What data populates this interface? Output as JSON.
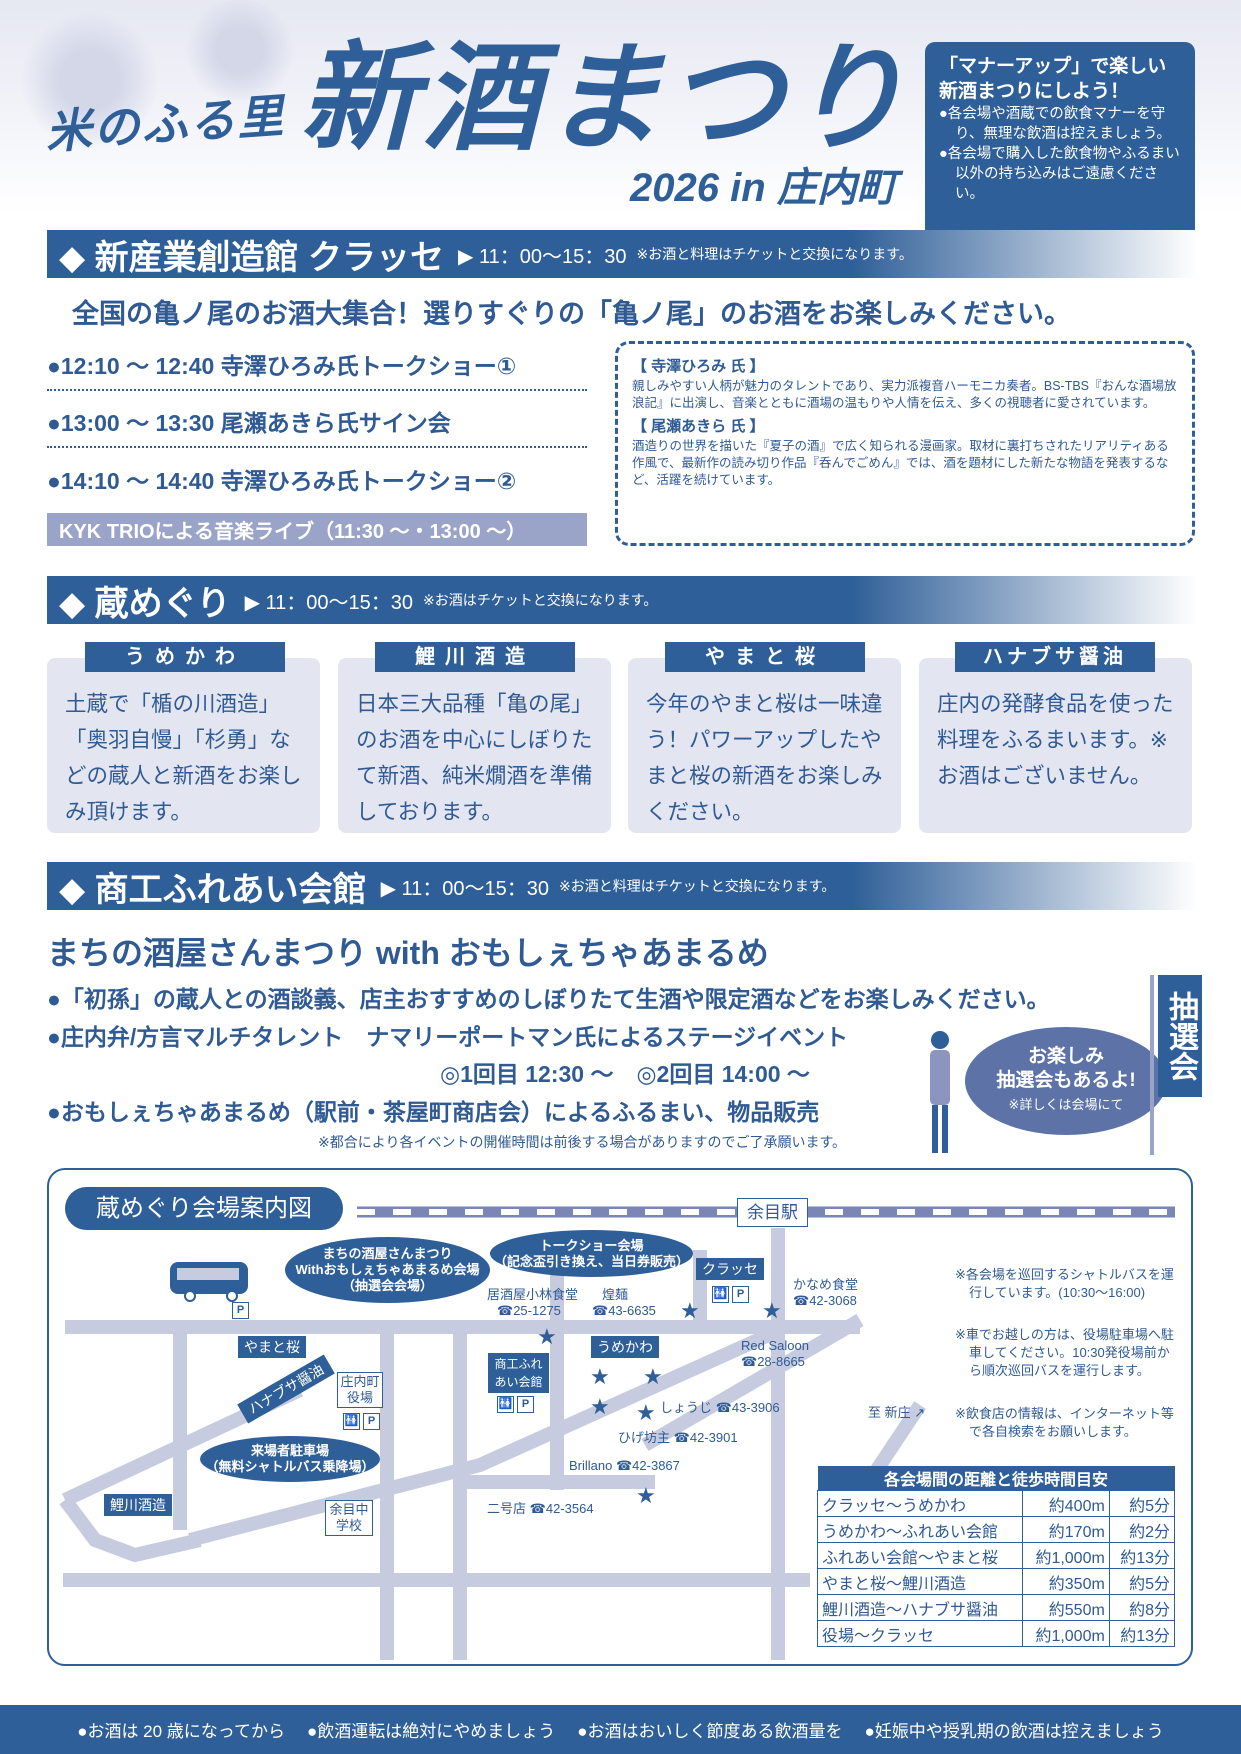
{
  "header": {
    "brand": "米のふる里",
    "title": "新酒まつり",
    "subtitle": "2026 in 庄内町"
  },
  "manner": {
    "heading": "「マナーアップ」で楽しい新酒まつりにしよう！",
    "items": [
      "●各会場や酒蔵での飲食マナーを守り、無理な飲酒は控えましょう。",
      "●各会場で購入した飲食物やふるまい以外の持ち込みはご遠慮ください。"
    ]
  },
  "section1": {
    "title": "◆ 新産業創造館 クラッセ",
    "time": "▶ 11：00〜15：30",
    "note": "※お酒と料理はチケットと交換になります。",
    "lead": "全国の亀ノ尾のお酒大集合！選りすぐりの「亀ノ尾」のお酒をお楽しみください。",
    "schedule": [
      "●12:10 〜 12:40 寺澤ひろみ氏トークショー①",
      "●13:00 〜 13:30 尾瀬あきら氏サイン会",
      "●14:10 〜 14:40 寺澤ひろみ氏トークショー②"
    ],
    "live": "KYK TRIOによる音楽ライブ（11:30 〜・13:00 〜）",
    "profiles": [
      {
        "name": "【 寺澤ひろみ 氏 】",
        "text": "親しみやすい人柄が魅力のタレントであり、実力派複音ハーモニカ奏者。BS-TBS『おんな酒場放浪記』に出演し、音楽とともに酒場の温もりや人情を伝え、多くの視聴者に愛されています。"
      },
      {
        "name": "【 尾瀬あきら 氏 】",
        "text": "酒造りの世界を描いた『夏子の酒』で広く知られる漫画家。取材に裏打ちされたリアリティある作風で、最新作の読み切り作品『呑んでごめん』では、酒を題材にした新たな物語を発表するなど、活躍を続けています。"
      }
    ]
  },
  "section2": {
    "title": "◆ 蔵めぐり",
    "time": "▶ 11：00〜15：30",
    "note": "※お酒はチケットと交換になります。",
    "cards": [
      {
        "label": "うめかわ",
        "text": "土蔵で「楯の川酒造」「奥羽自慢」「杉勇」などの蔵人と新酒をお楽しみ頂けます。"
      },
      {
        "label": "鯉川酒造",
        "text": "日本三大品種「亀の尾」のお酒を中心にしぼりたて新酒、純米燗酒を準備しております。"
      },
      {
        "label": "やまと桜",
        "text": "今年のやまと桜は一味違う！パワーアップしたやまと桜の新酒をお楽しみください。"
      },
      {
        "label": "ハナブサ醤油",
        "text": "庄内の発酵食品を使った料理をふるまいます。※お酒はございません。"
      }
    ]
  },
  "section3": {
    "title": "◆ 商工ふれあい会館",
    "time": "▶ 11：00〜15：30",
    "note": "※お酒と料理はチケットと交換になります。",
    "lead": "まちの酒屋さんまつり with おもしぇちゃあまるめ",
    "bullets": [
      "●「初孫」の蔵人との酒談義、店主おすすめのしぼりたて生酒や限定酒などをお楽しみください。",
      "●庄内弁/方言マルチタレント　ナマリーポートマン氏によるステージイベント",
      "◎1回目 12:30 〜　◎2回目 14:00 〜",
      "●おもしぇちゃあまるめ（駅前・茶屋町商店会）によるふるまい、物品販売"
    ],
    "disclaimer": "※都合により各イベントの開催時間は前後する場合がありますのでご了承願います。",
    "lottery": {
      "line1": "お楽しみ",
      "line2": "抽選会もあるよ!",
      "note": "※詳しくは会場にて",
      "banner": "抽選会"
    }
  },
  "map": {
    "title": "蔵めぐり会場案内図",
    "station": "余目駅",
    "bubbles": {
      "machi": [
        "まちの酒屋さんまつり",
        "Withおもしぇちゃあまるめ会場",
        "（抽選会会場）"
      ],
      "talk": [
        "トークショー会場",
        "（記念盃引き換え、当日券販売）"
      ],
      "parking": [
        "来場者駐車場",
        "（無料シャトルバス乗降場）"
      ]
    },
    "venues": {
      "classe": "クラッセ",
      "umekawa": "うめかわ",
      "yamato": "やまと桜",
      "hanabusa": "ハナブサ醤油",
      "koikawa": "鯉川酒造",
      "fureai": "商工ふれあい会館",
      "yakuba": "庄内町役場",
      "school": "余目中学校"
    },
    "shops": [
      {
        "name": "居酒屋小林食堂",
        "tel": "☎25-1275"
      },
      {
        "name": "煌麺",
        "tel": "☎43-6635"
      },
      {
        "name": "かなめ食堂",
        "tel": "☎42-3068"
      },
      {
        "name": "Red Saloon",
        "tel": "☎28-8665"
      },
      {
        "name": "しょうじ",
        "tel": "☎43-3906"
      },
      {
        "name": "ひげ坊主",
        "tel": "☎42-3901"
      },
      {
        "name": "Brillano",
        "tel": "☎42-3867"
      },
      {
        "name": "二号店",
        "tel": "☎42-3564"
      }
    ],
    "direction": "至 新庄 ↗",
    "parking_mark": "P",
    "toilet_mark": "🚻",
    "notes": [
      "※各会場を巡回するシャトルバスを運行しています。(10:30〜16:00)",
      "※車でお越しの方は、役場駐車場へ駐車してください。10:30発役場前から順次巡回バスを運行します。",
      "※飲食店の情報は、インターネット等で各自検索をお願いします。"
    ],
    "table": {
      "title": "各会場間の距離と徒歩時間目安",
      "rows": [
        {
          "route": "クラッセ〜うめかわ",
          "distance": "約400m",
          "time": "約5分"
        },
        {
          "route": "うめかわ〜ふれあい会館",
          "distance": "約170m",
          "time": "約2分"
        },
        {
          "route": "ふれあい会館〜やまと桜",
          "distance": "約1,000m",
          "time": "約13分"
        },
        {
          "route": "やまと桜〜鯉川酒造",
          "distance": "約350m",
          "time": "約5分"
        },
        {
          "route": "鯉川酒造〜ハナブサ醤油",
          "distance": "約550m",
          "time": "約8分"
        },
        {
          "route": "役場〜クラッセ",
          "distance": "約1,000m",
          "time": "約13分"
        }
      ]
    }
  },
  "footer": [
    "●お酒は 20 歳になってから",
    "●飲酒運転は絶対にやめましょう",
    "●お酒はおいしく節度ある飲酒量を",
    "●妊娠中や授乳期の飲酒は控えましょう"
  ],
  "colors": {
    "primary": "#2f5f98",
    "light": "#c6cbe0",
    "card": "#e3e6f0"
  }
}
